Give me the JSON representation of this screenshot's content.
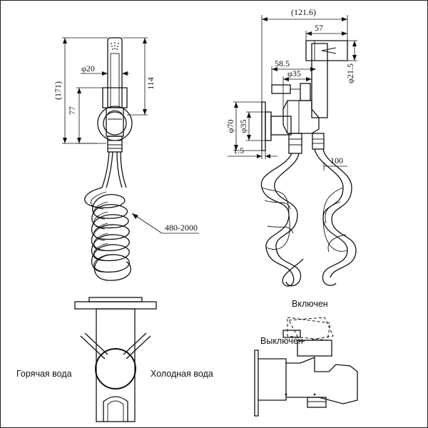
{
  "dimensions": {
    "top_left": {
      "d20": "φ20",
      "h114": "114",
      "h171": "(171)",
      "h77": "77",
      "hose": "480-2000"
    },
    "top_right": {
      "w121": "(121.6)",
      "w57": "57",
      "w58": "58.5",
      "d35a": "φ35",
      "d21": "φ21.5",
      "d70": "φ70",
      "d35b": "φ35",
      "t15": "1.5",
      "w100": "100"
    }
  },
  "labels": {
    "hot": "Горячая вода",
    "cold": "Холодная вода",
    "on": "Включен",
    "off": "Выключен"
  }
}
